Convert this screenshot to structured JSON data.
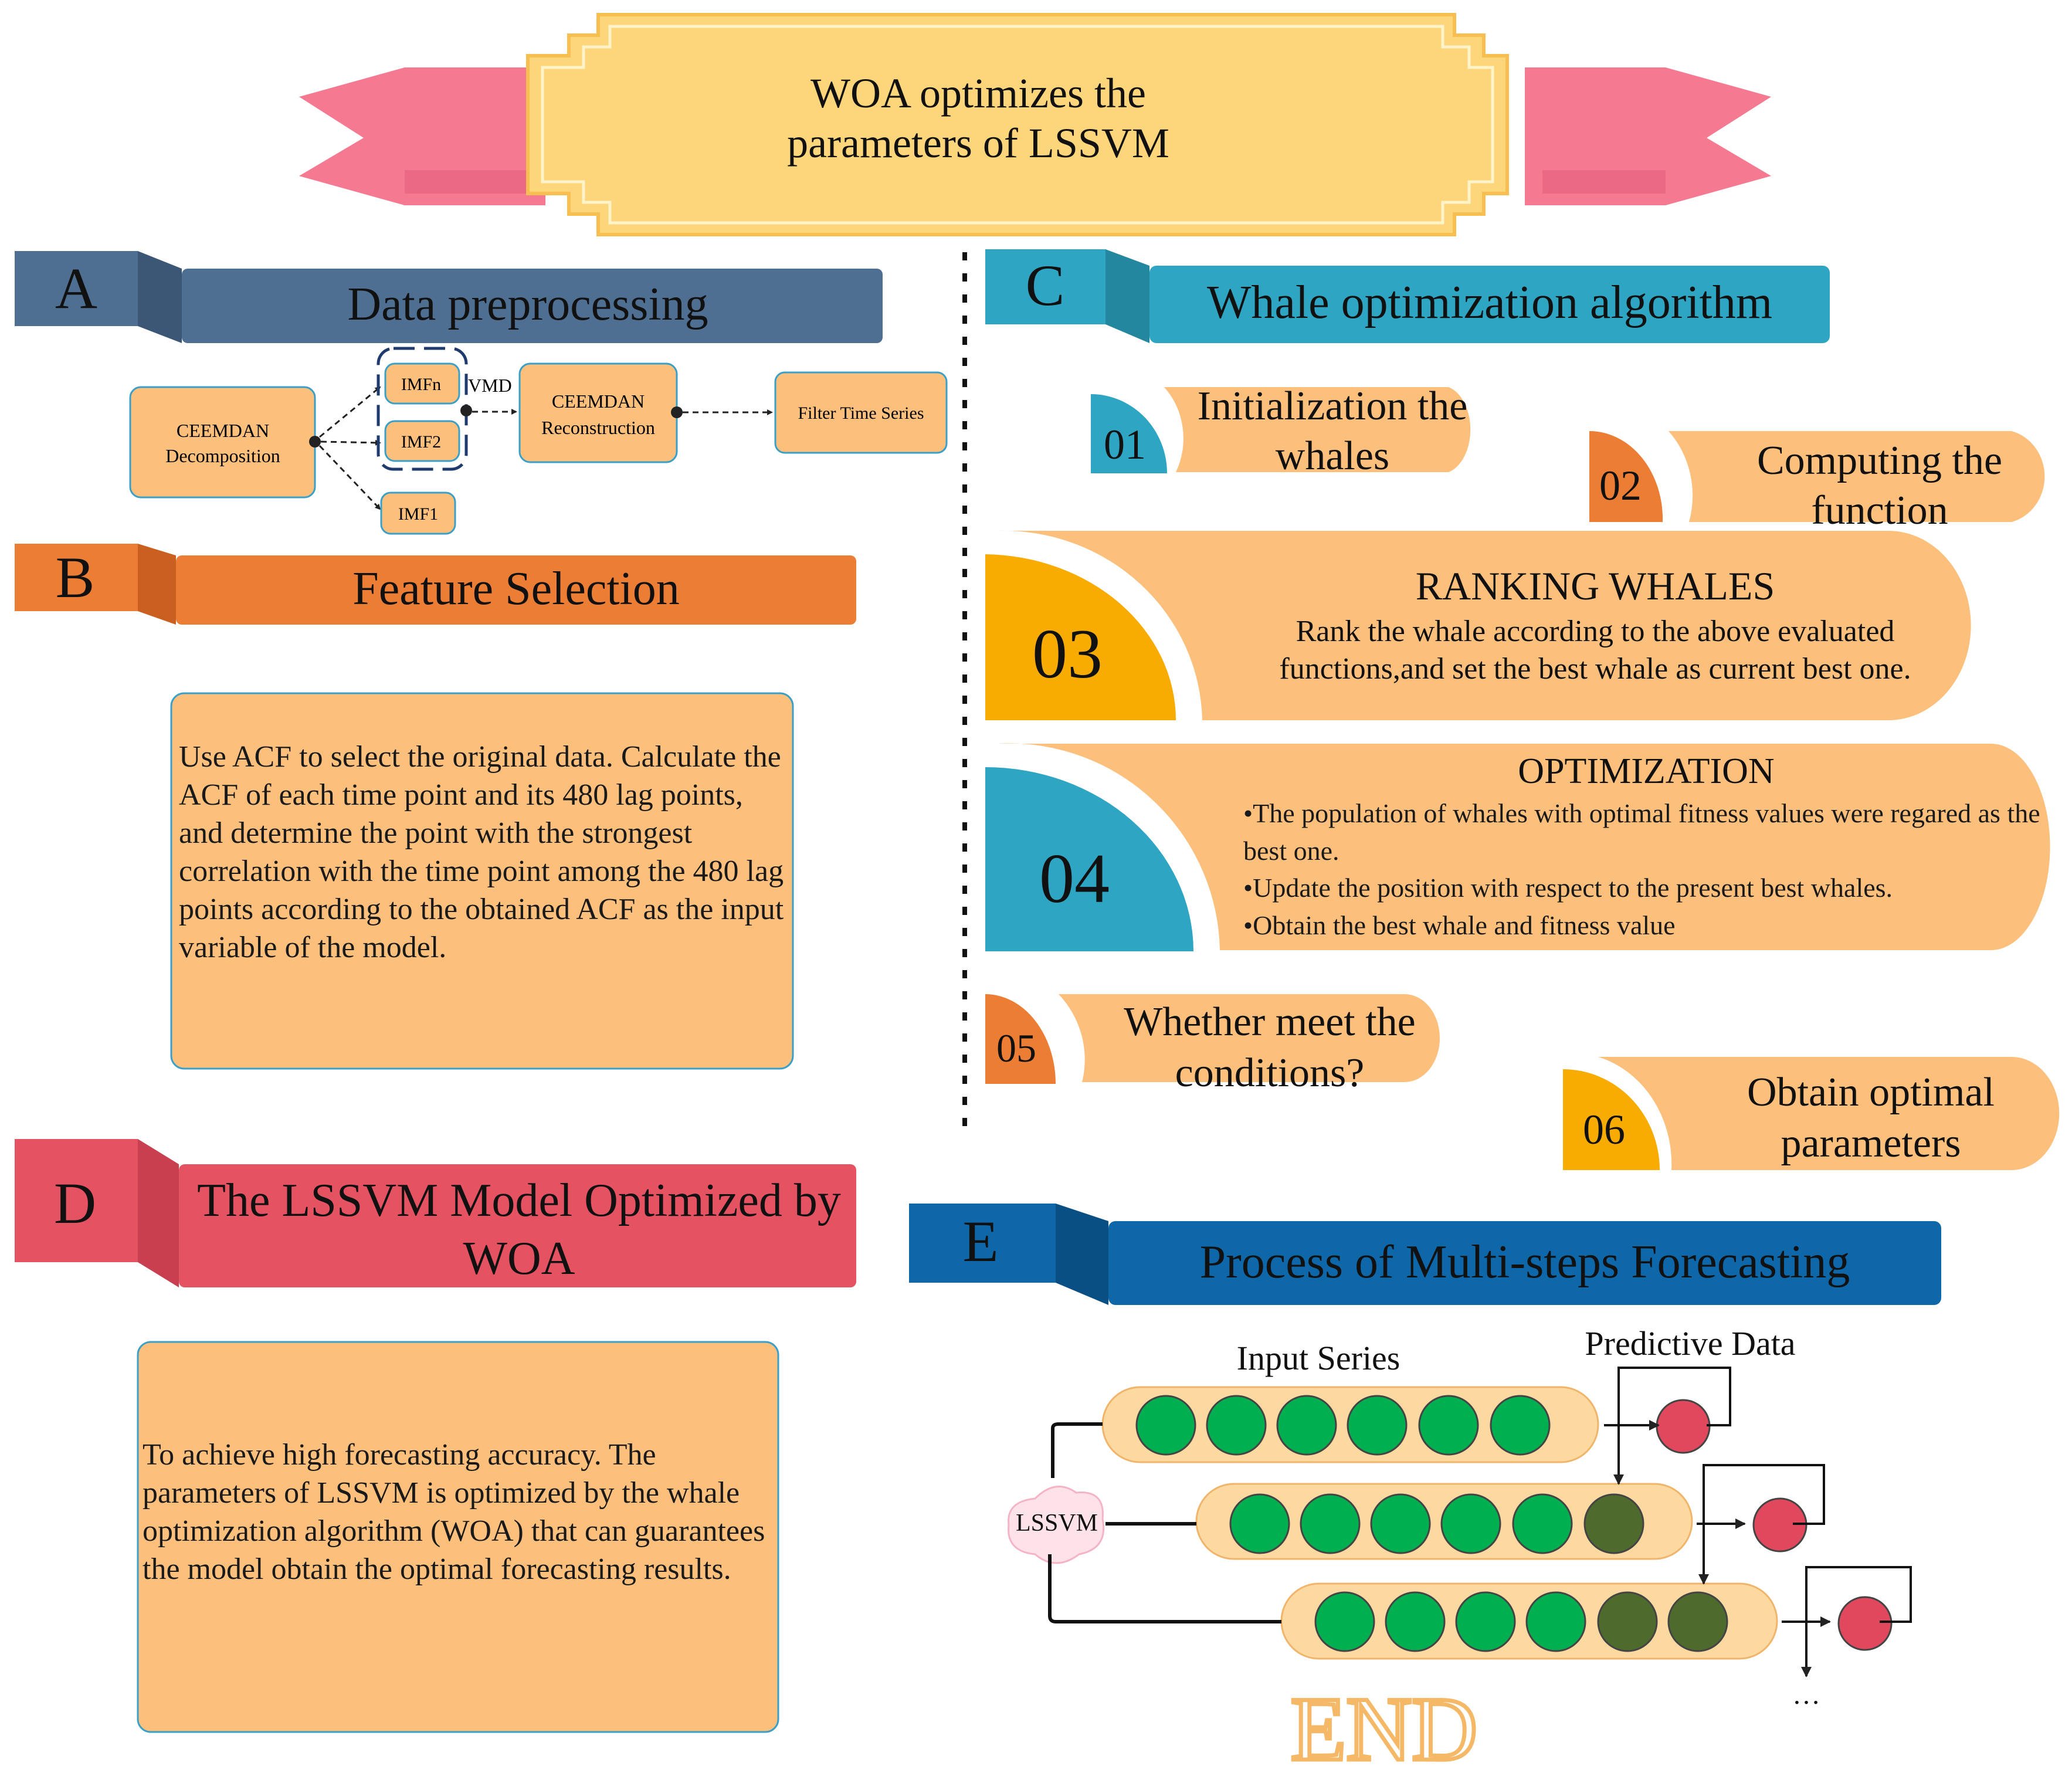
{
  "banner": {
    "title_line1": "WOA optimizes the",
    "title_line2": "parameters of LSSVM"
  },
  "sections": {
    "A": {
      "letter": "A",
      "title": "Data preprocessing",
      "color": "#4f6f92"
    },
    "B": {
      "letter": "B",
      "title": "Feature Selection",
      "color": "#ec7d35"
    },
    "C": {
      "letter": "C",
      "title": "Whale optimization algorithm",
      "color": "#2ea6c3"
    },
    "D": {
      "letter": "D",
      "title_line1": "The LSSVM Model Optimized by",
      "title_line2": "WOA",
      "color": "#e55262"
    },
    "E": {
      "letter": "E",
      "title": "Process of Multi-steps Forecasting",
      "color": "#0e67a8"
    }
  },
  "preprocessing": {
    "decomp_line1": "CEEMDAN",
    "decomp_line2": "Decomposition",
    "imf_n": "IMFn",
    "imf_2": "IMF2",
    "imf_1": "IMF1",
    "vmd": "VMD",
    "recon_line1": "CEEMDAN",
    "recon_line2": "Reconstruction",
    "filter": "Filter Time Series"
  },
  "feature_text": "Use ACF to select the original data.  Calculate the ACF of each time point and its 480 lag points, and determine the point with the strongest correlation with the time point among the 480 lag points according to the obtained ACF as the input variable of the model.",
  "woa_steps": {
    "s01": {
      "num": "01",
      "line1": "Initialization the",
      "line2": "whales"
    },
    "s02": {
      "num": "02",
      "line1": "Computing the",
      "line2": "function"
    },
    "s03": {
      "num": "03",
      "title": "RANKING WHALES",
      "line1": "Rank the whale according to the above evaluated",
      "line2": "functions,and set the best whale as current best one."
    },
    "s04": {
      "num": "04",
      "title": "OPTIMIZATION",
      "bullet1": "•The population of whales with optimal fitness values were regared as the best one.",
      "bullet2": "•Update the position with respect to the present best whales.",
      "bullet3": "•Obtain the best whale and fitness value"
    },
    "s05": {
      "num": "05",
      "line1": "Whether meet the",
      "line2": "conditions?"
    },
    "s06": {
      "num": "06",
      "line1": "Obtain optimal",
      "line2": "parameters"
    }
  },
  "lssvm_text": "To achieve high forecasting accuracy. The parameters of LSSVM is optimized by the whale optimization algorithm (WOA) that can guarantees the model obtain the optimal forecasting results.",
  "forecast": {
    "input_series": "Input Series",
    "predictive_data": "Predictive Data",
    "lssvm": "LSSVM",
    "ellipsis": "…",
    "end": "END"
  },
  "colors": {
    "box_fill": "#fcc07c",
    "box_stroke": "#3aa0c8",
    "green": "#00b050",
    "dark_green": "#4e6b2d",
    "red_dot": "#e2485d",
    "gold": "#f8ab00",
    "orange": "#ec7d35",
    "teal": "#2ea6c3",
    "banner_fill": "#fdd57b",
    "ribbon": "#f57991"
  }
}
